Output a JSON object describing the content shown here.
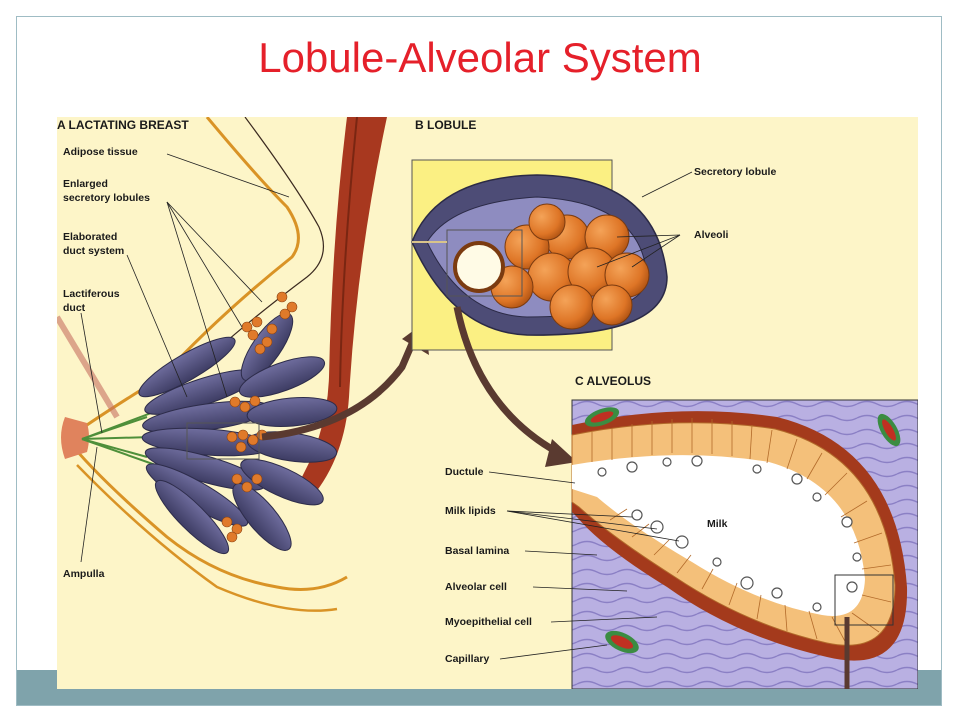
{
  "slide": {
    "title": "Lobule-Alveolar System"
  },
  "panels": {
    "a_title": "A  LACTATING BREAST",
    "b_title": "B  LOBULE",
    "c_title": "C  ALVEOLUS"
  },
  "labels_a": {
    "adipose": "Adipose tissue",
    "enlarged_1": "Enlarged",
    "enlarged_2": "secretory lobules",
    "elaborated_1": "Elaborated",
    "elaborated_2": "duct system",
    "lactiferous_1": "Lactiferous",
    "lactiferous_2": "duct",
    "ampulla": "Ampulla"
  },
  "labels_b": {
    "secretory_lobule": "Secretory lobule",
    "alveoli": "Alveoli"
  },
  "labels_c": {
    "ductule": "Ductule",
    "milk_lipids": "Milk lipids",
    "basal_lamina": "Basal lamina",
    "alveolar_cell": "Alveolar cell",
    "myoepithelial_cell": "Myoepithelial cell",
    "capillary": "Capillary",
    "milk": "Milk"
  },
  "colors": {
    "title": "#e5202a",
    "background_tissue": "#fdf5c8",
    "lobule_purple": "#4f4e78",
    "alveoli_orange": "#e07a2a",
    "tissue_wavy": "#b7aee0",
    "muscle_red": "#a3341e",
    "bar": "#7fa3ab"
  }
}
